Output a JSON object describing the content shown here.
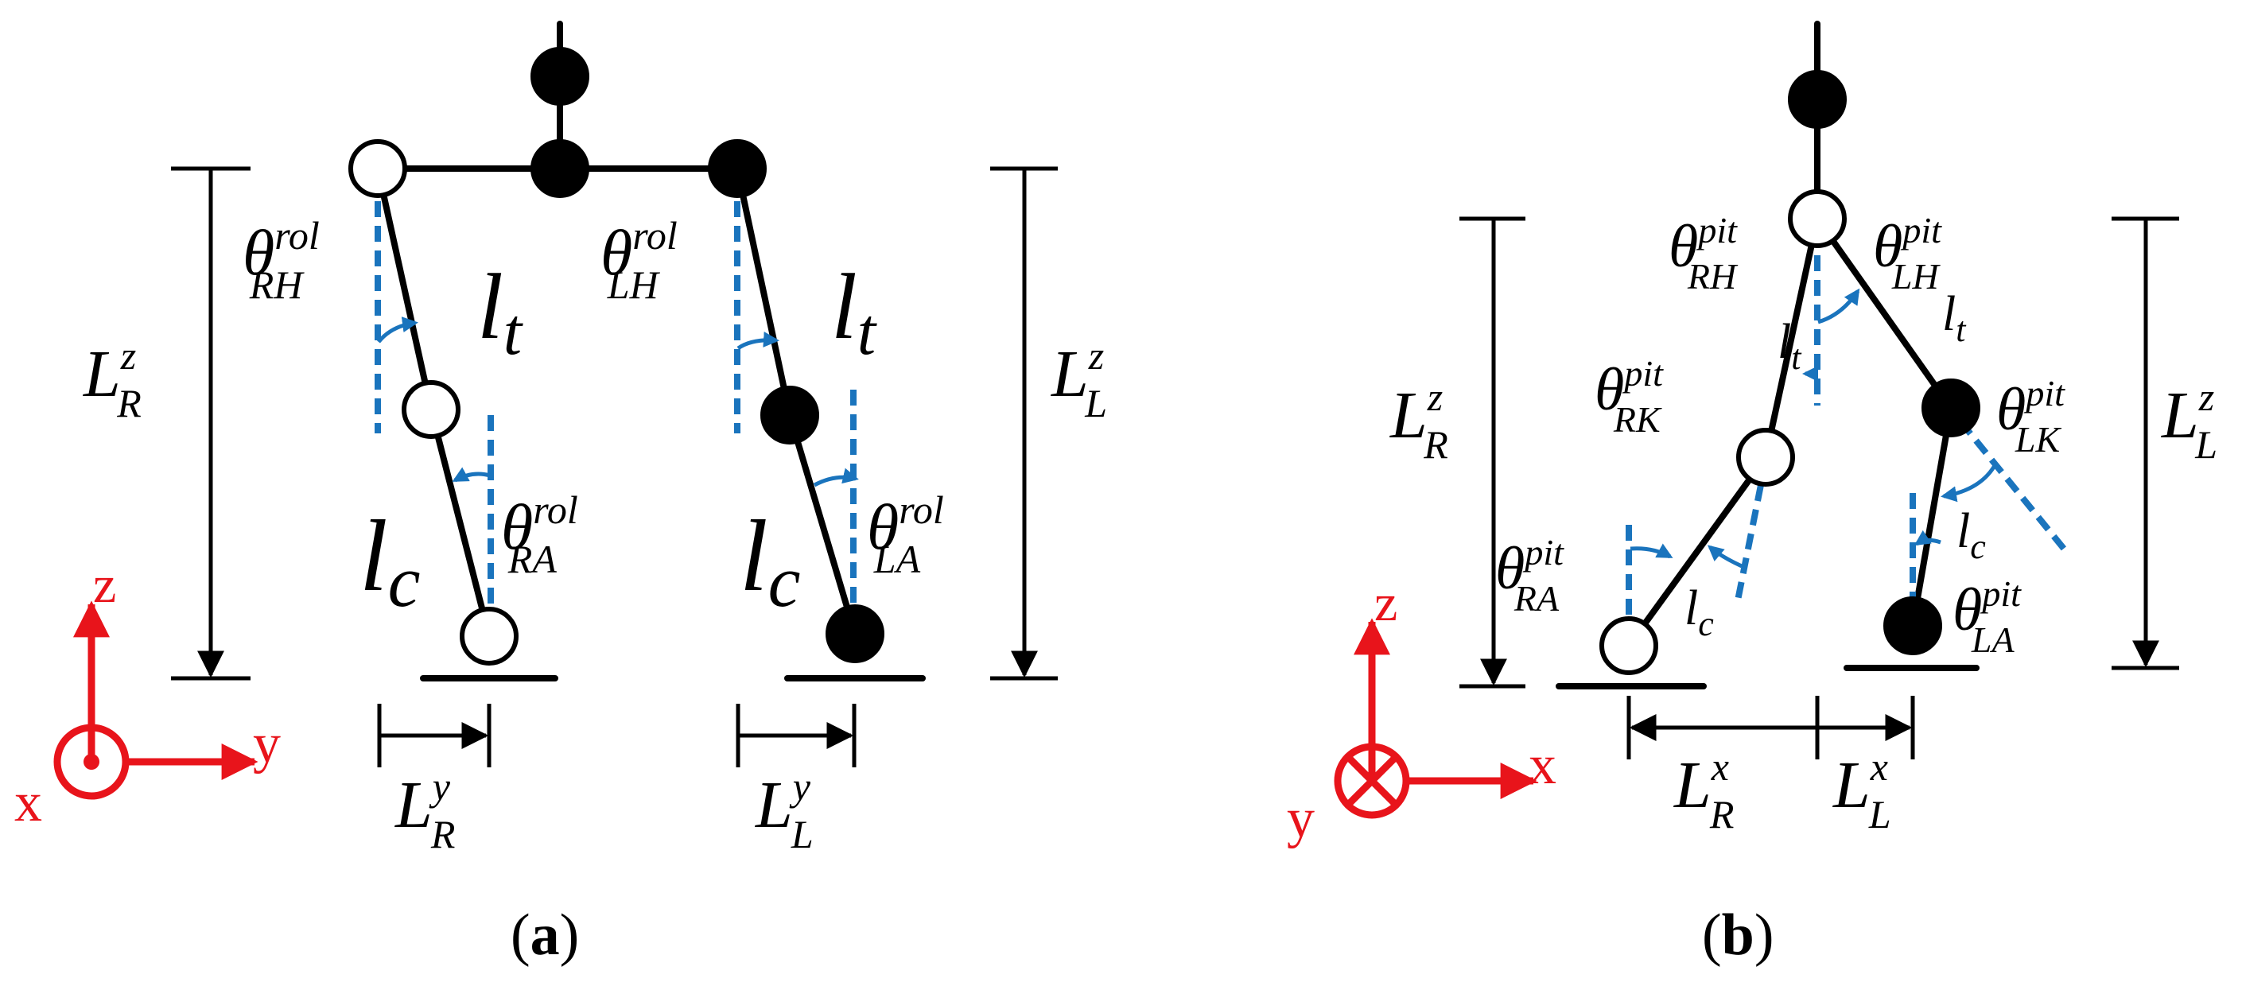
{
  "colors": {
    "link": "#000000",
    "axis": "#e8141b",
    "reference": "#1a74bd",
    "joint_filled": "#000000",
    "joint_hollow": "#ffffff"
  },
  "panels": [
    {
      "id": "a",
      "caption_open": "(",
      "caption_letter": "a",
      "caption_close": ")",
      "axes": {
        "vertical": "z",
        "horizontal": "y",
        "out_of_plane": "x",
        "out_of_plane_symbol": "dot"
      },
      "symbols": {
        "theta": "θ",
        "theta_RH_sup": "rol",
        "theta_RH_sub": "RH",
        "theta_LH_sup": "rol",
        "theta_LH_sub": "LH",
        "theta_RA_sup": "rol",
        "theta_RA_sub": "RA",
        "theta_LA_sup": "rol",
        "theta_LA_sub": "LA",
        "l": "l",
        "thigh_sub": "t",
        "shank_sub": "c",
        "L": "L",
        "LzR_sup": "z",
        "LzR_sub": "R",
        "LzL_sup": "z",
        "LzL_sub": "L",
        "LyR_sup": "y",
        "LyR_sub": "R",
        "LyL_sup": "y",
        "LyL_sub": "L"
      }
    },
    {
      "id": "b",
      "caption_open": "(",
      "caption_letter": "b",
      "caption_close": ")",
      "axes": {
        "vertical": "z",
        "horizontal": "x",
        "out_of_plane": "y",
        "out_of_plane_symbol": "cross"
      },
      "symbols": {
        "theta": "θ",
        "theta_RH_sup": "pit",
        "theta_RH_sub": "RH",
        "theta_LH_sup": "pit",
        "theta_LH_sub": "LH",
        "theta_RK_sup": "pit",
        "theta_RK_sub": "RK",
        "theta_LK_sup": "pit",
        "theta_LK_sub": "LK",
        "theta_RA_sup": "pit",
        "theta_RA_sub": "RA",
        "theta_LA_sup": "pit",
        "theta_LA_sub": "LA",
        "l": "l",
        "thigh_sub": "t",
        "shank_sub": "c",
        "L": "L",
        "LzR_sup": "z",
        "LzR_sub": "R",
        "LzL_sup": "z",
        "LzL_sub": "L",
        "LxR_sup": "x",
        "LxR_sub": "R",
        "LxL_sup": "x",
        "LxL_sub": "L"
      }
    }
  ]
}
